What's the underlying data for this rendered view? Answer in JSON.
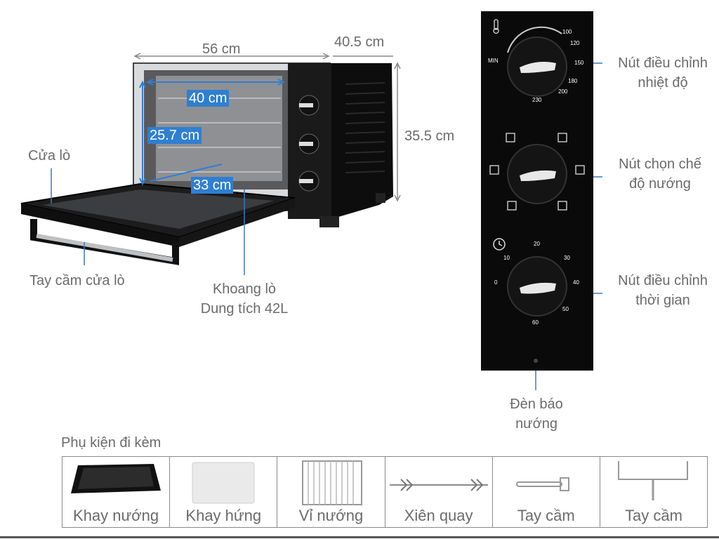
{
  "dimensions": {
    "width": "56 cm",
    "depth": "40.5 cm",
    "height": "35.5 cm",
    "inner_width": "40 cm",
    "inner_height": "25.7 cm",
    "inner_depth": "33 cm"
  },
  "callouts": {
    "door": "Cửa lò",
    "door_handle": "Tay cầm cửa lò",
    "cavity_line1": "Khoang lò",
    "cavity_line2": "Dung tích 42L",
    "temp_knob_line1": "Nút điều chỉnh",
    "temp_knob_line2": "nhiệt độ",
    "mode_knob_line1": "Nút chọn chế",
    "mode_knob_line2": "độ nướng",
    "timer_knob_line1": "Nút điều chỉnh",
    "timer_knob_line2": "thời gian",
    "lamp_line1": "Đèn báo",
    "lamp_line2": "nướng"
  },
  "temp_scale": {
    "min": "MIN",
    "marks": [
      "100",
      "120",
      "150",
      "180",
      "200",
      "230"
    ]
  },
  "timer_scale": {
    "marks": [
      "0",
      "10",
      "20",
      "30",
      "40",
      "50",
      "60"
    ]
  },
  "accessories": {
    "title": "Phụ kiện đi kèm",
    "items": [
      "Khay nướng",
      "Khay hứng",
      "Vỉ nướng",
      "Xiên quay",
      "Tay cầm",
      "Tay cầm"
    ]
  }
}
